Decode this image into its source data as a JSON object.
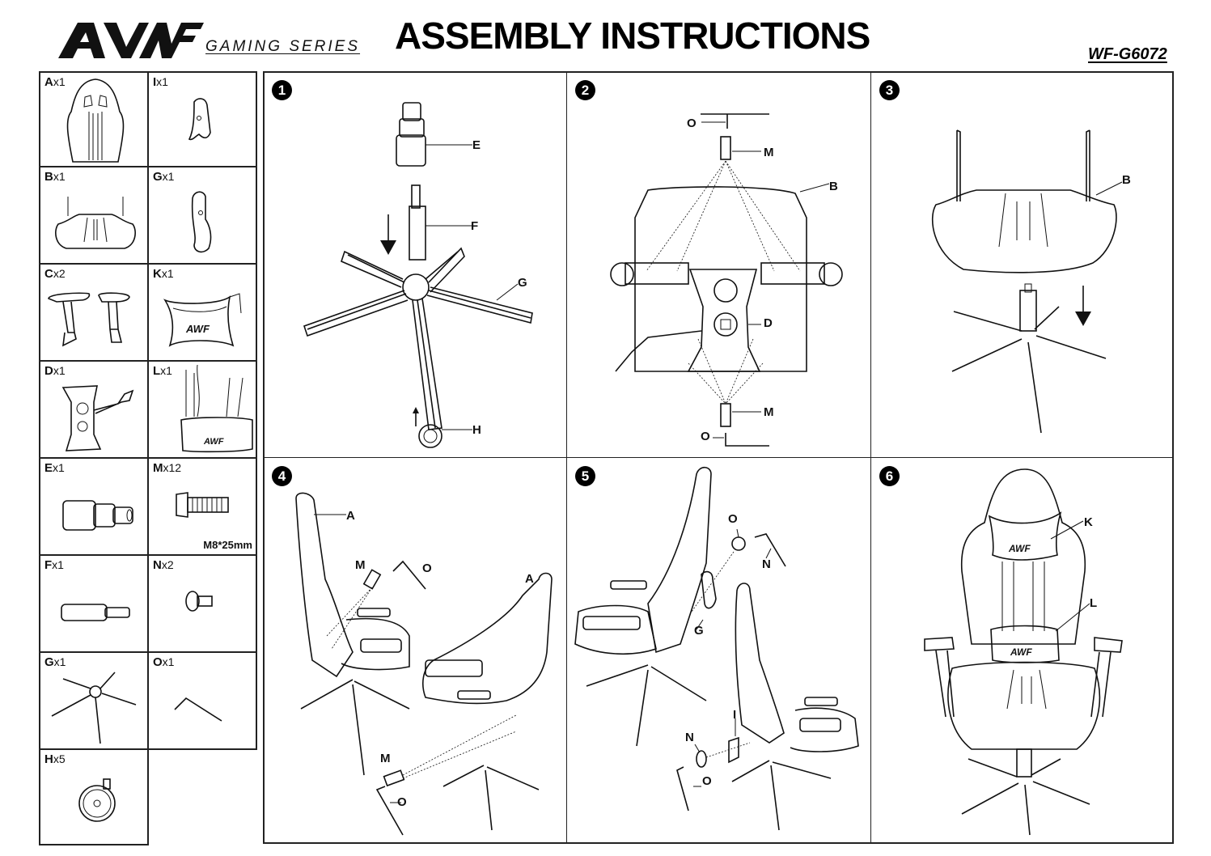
{
  "header": {
    "brand_logo": "AWF",
    "series": "GAMING SERIES",
    "title": "ASSEMBLY INSTRUCTIONS",
    "model": "WF-G6072"
  },
  "parts": [
    {
      "letter": "A",
      "qty": "x1",
      "item": "backrest"
    },
    {
      "letter": "I",
      "qty": "x1",
      "item": "side cover"
    },
    {
      "letter": "B",
      "qty": "x1",
      "item": "seat"
    },
    {
      "letter": "G",
      "qty": "x1",
      "item": "side cover"
    },
    {
      "letter": "C",
      "qty": "x2",
      "item": "armrests"
    },
    {
      "letter": "K",
      "qty": "x1",
      "item": "head pillow"
    },
    {
      "letter": "D",
      "qty": "x1",
      "item": "mechanism"
    },
    {
      "letter": "L",
      "qty": "x1",
      "item": "lumbar pillow"
    },
    {
      "letter": "E",
      "qty": "x1",
      "item": "gas lift cover"
    },
    {
      "letter": "M",
      "qty": "x12",
      "item": "bolt",
      "spec": "M8*25mm"
    },
    {
      "letter": "F",
      "qty": "x1",
      "item": "gas lift"
    },
    {
      "letter": "N",
      "qty": "x2",
      "item": "screw"
    },
    {
      "letter": "G",
      "qty": "x1",
      "item": "base"
    },
    {
      "letter": "O",
      "qty": "x1",
      "item": "allen key"
    },
    {
      "letter": "H",
      "qty": "x5",
      "item": "caster"
    }
  ],
  "steps": [
    {
      "number": "1",
      "callouts": [
        "E",
        "F",
        "G",
        "H"
      ]
    },
    {
      "number": "2",
      "callouts": [
        "O",
        "M",
        "B",
        "D",
        "M",
        "O"
      ]
    },
    {
      "number": "3",
      "callouts": [
        "B"
      ]
    },
    {
      "number": "4",
      "callouts": [
        "A",
        "M",
        "O",
        "A",
        "M",
        "O"
      ]
    },
    {
      "number": "5",
      "callouts": [
        "O",
        "N",
        "G",
        "I",
        "N",
        "O"
      ]
    },
    {
      "number": "6",
      "callouts": [
        "K",
        "L"
      ]
    }
  ]
}
